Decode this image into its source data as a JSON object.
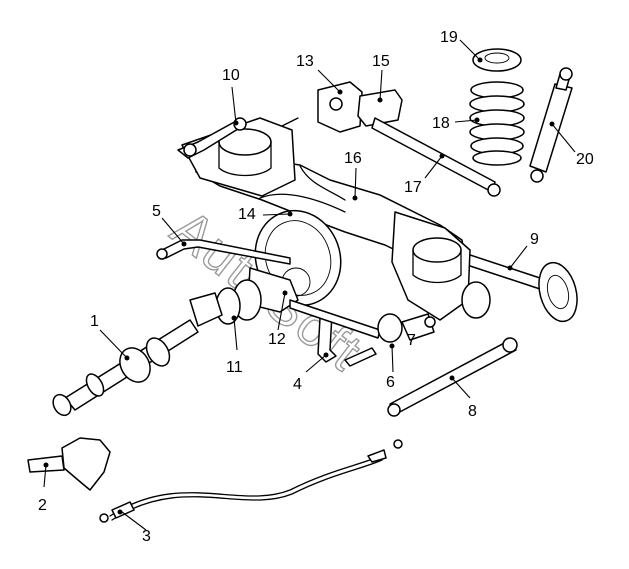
{
  "watermark": "AutoSoft",
  "callouts": [
    {
      "id": "1",
      "label": "1"
    },
    {
      "id": "2",
      "label": "2"
    },
    {
      "id": "3",
      "label": "3"
    },
    {
      "id": "4",
      "label": "4"
    },
    {
      "id": "5",
      "label": "5"
    },
    {
      "id": "6",
      "label": "6"
    },
    {
      "id": "7",
      "label": "7"
    },
    {
      "id": "8",
      "label": "8"
    },
    {
      "id": "9",
      "label": "9"
    },
    {
      "id": "10",
      "label": "10"
    },
    {
      "id": "11",
      "label": "11"
    },
    {
      "id": "12",
      "label": "12"
    },
    {
      "id": "13",
      "label": "13"
    },
    {
      "id": "14",
      "label": "14"
    },
    {
      "id": "15",
      "label": "15"
    },
    {
      "id": "16",
      "label": "16"
    },
    {
      "id": "17",
      "label": "17"
    },
    {
      "id": "18",
      "label": "18"
    },
    {
      "id": "19",
      "label": "19"
    },
    {
      "id": "20",
      "label": "20"
    }
  ]
}
